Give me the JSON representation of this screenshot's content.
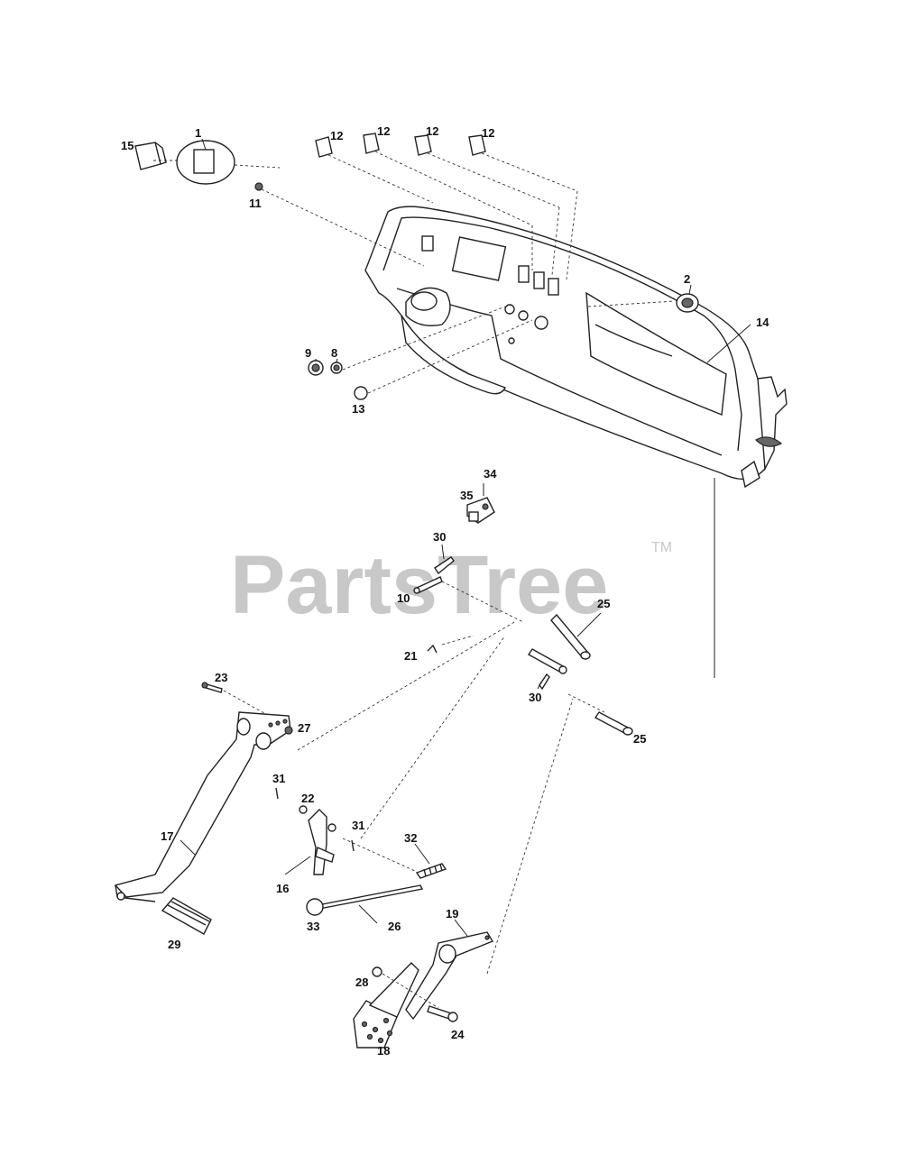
{
  "watermark": {
    "text": "PartsTree",
    "trademark": "TM"
  },
  "labels": {
    "p1": "1",
    "p2": "2",
    "p8": "8",
    "p9": "9",
    "p10": "10",
    "p11": "11",
    "p12a": "12",
    "p12b": "12",
    "p12c": "12",
    "p12d": "12",
    "p13": "13",
    "p14": "14",
    "p15": "15",
    "p16": "16",
    "p17": "17",
    "p18": "18",
    "p19": "19",
    "p21": "21",
    "p22": "22",
    "p23": "23",
    "p24": "24",
    "p25a": "25",
    "p25b": "25",
    "p26": "26",
    "p27": "27",
    "p28": "28",
    "p29": "29",
    "p30a": "30",
    "p30b": "30",
    "p31a": "31",
    "p31b": "31",
    "p32": "32",
    "p33": "33",
    "p34": "34",
    "p35": "35"
  },
  "colors": {
    "line": "#222222",
    "watermark": "#c8c8c8",
    "background": "#ffffff"
  }
}
